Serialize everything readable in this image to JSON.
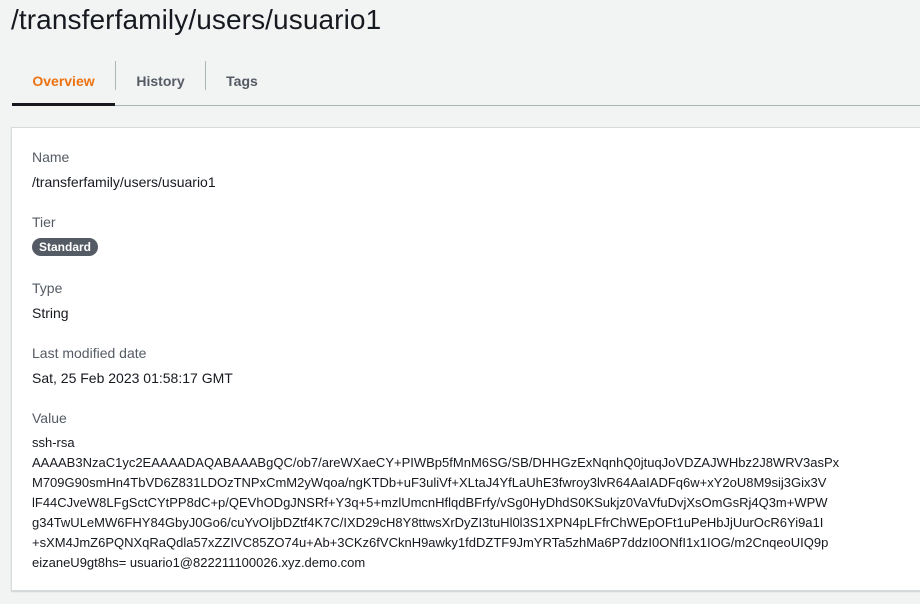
{
  "page": {
    "title": "/transferfamily/users/usuario1"
  },
  "tabs": [
    {
      "label": "Overview",
      "active": true
    },
    {
      "label": "History",
      "active": false
    },
    {
      "label": "Tags",
      "active": false
    }
  ],
  "details": {
    "name_label": "Name",
    "name_value": "/transferfamily/users/usuario1",
    "tier_label": "Tier",
    "tier_value": "Standard",
    "type_label": "Type",
    "type_value": "String",
    "modified_label": "Last modified date",
    "modified_value": "Sat, 25 Feb 2023 01:58:17 GMT",
    "value_label": "Value",
    "value_lines": [
      "ssh-rsa",
      "AAAAB3NzaC1yc2EAAAADAQABAAABgQC/ob7/areWXaeCY+PIWBp5fMnM6SG/SB/DHHGzExNqnhQ0jtuqJoVDZAJWHbz2J8WRV3asPx",
      "M709G90smHn4TbVD6Z831LDOzTNPxCmM2yWqoa/ngKTDb+uF3uliVf+XLtaJ4YfLaUhE3fwroy3lvR64AaIADFq6w+xY2oU8M9sij3Gix3V",
      "lF44CJveW8LFgSctCYtPP8dC+p/QEVhODgJNSRf+Y3q+5+mzlUmcnHflqdBFrfy/vSg0HyDhdS0KSukjz0VaVfuDvjXsOmGsRj4Q3m+WPW",
      "g34TwULeMW6FHY84GbyJ0Go6/cuYvOIjbDZtf4K7C/IXD29cH8Y8ttwsXrDyZI3tuHl0l3S1XPN4pLFfrChWEpOFt1uPeHbJjUurOcR6Yi9a1I",
      "+sXM4JmZ6PQNXqRaQdla57xZZIVC85ZO74u+Ab+3CKz6fVCknH9awky1fdDZTF9JmYRTa5zhMa6P7ddzI0ONfI1x1IOG/m2CnqeoUIQ9p",
      "eizaneU9gt8hs= usuario1@822211100026.xyz.demo.com"
    ]
  },
  "colors": {
    "accent": "#ec7211",
    "badge": "#545b64",
    "label": "#545b64",
    "text": "#16191f"
  }
}
